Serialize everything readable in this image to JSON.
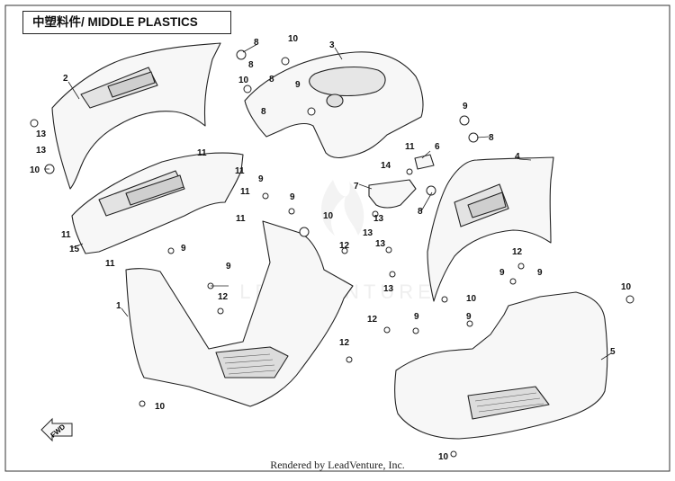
{
  "title": "中塑料件/ MIDDLE PLASTICS",
  "footer": "Rendered by LeadVenture, Inc.",
  "watermark": "LEADVENTURE",
  "direction_label": "FWD",
  "callouts": {
    "c1": "1",
    "c2": "2",
    "c3": "3",
    "c4": "4",
    "c5": "5",
    "c6": "6",
    "c7": "7",
    "c8": "8",
    "c9": "9",
    "c10": "10",
    "c11": "11",
    "c12": "12",
    "c13": "13",
    "c14": "14",
    "c15": "15"
  },
  "colors": {
    "line": "#222222",
    "panel": "#f7f7f7",
    "shade": "#cfcfcf",
    "watermark": "#e4e4e4"
  }
}
